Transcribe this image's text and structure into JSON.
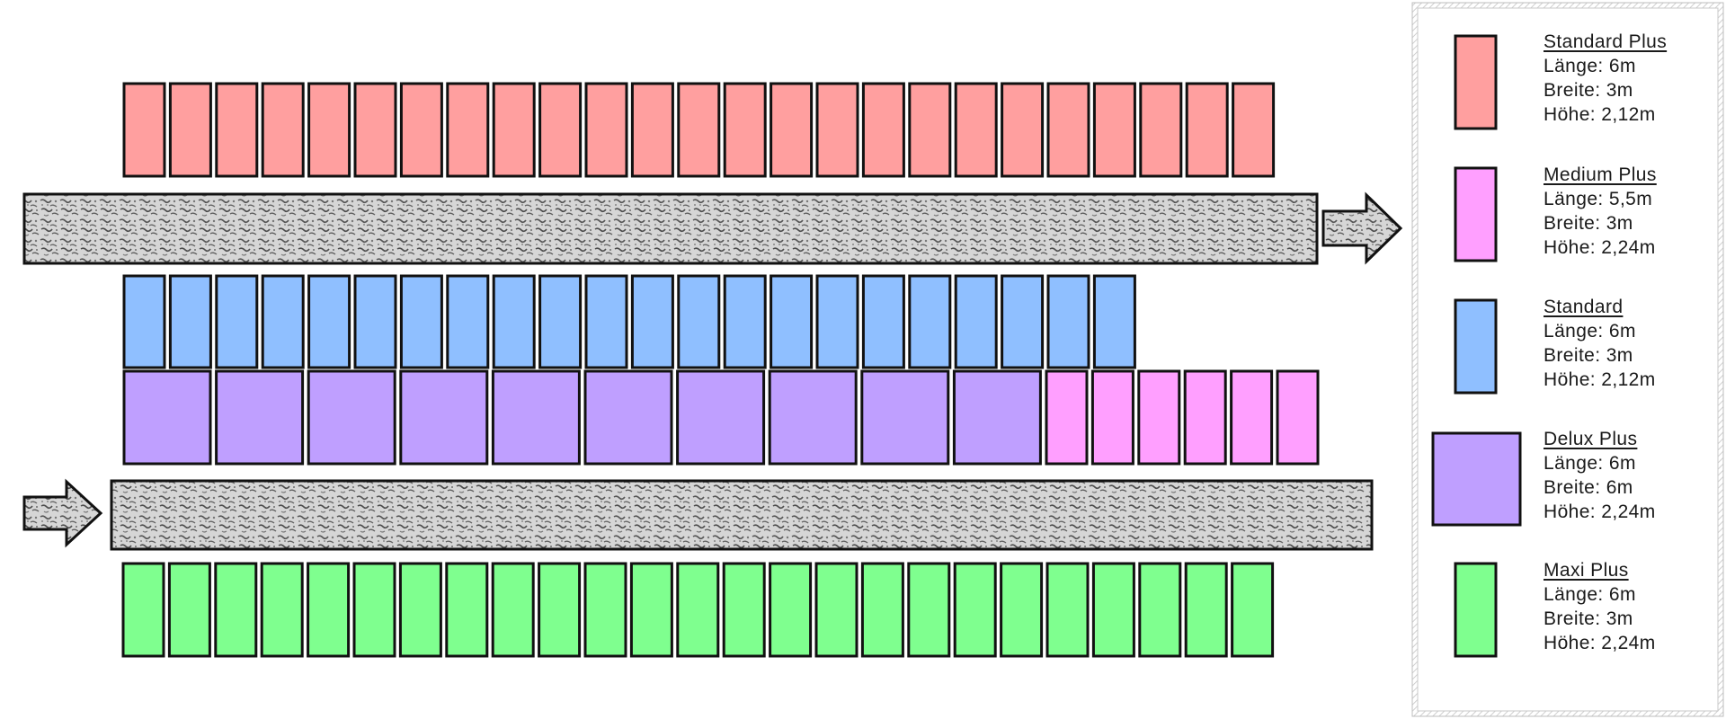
{
  "colors": {
    "standard_plus": "#ff9f9f",
    "medium_plus": "#ff9fff",
    "standard": "#8fbfff",
    "delux_plus": "#bf9fff",
    "maxi_plus": "#7fff8f",
    "outline": "#111111",
    "road_base": "#d4d4d4",
    "road_speckle": "#5a5a5a"
  },
  "layout_rows": {
    "standard_plus_row": {
      "type": "standard_plus",
      "count": 25
    },
    "standard_row": {
      "type": "standard",
      "count": 22
    },
    "delux_plus_row": {
      "type": "delux_plus",
      "count": 10
    },
    "medium_plus_row": {
      "type": "medium_plus",
      "count": 6
    },
    "maxi_plus_row": {
      "type": "maxi_plus",
      "count": 25
    }
  },
  "arrows": [
    {
      "id": "exit-arrow",
      "direction": "right"
    },
    {
      "id": "entry-arrow",
      "direction": "right"
    }
  ],
  "legend": {
    "items": [
      {
        "key": "standard_plus",
        "name": "Standard Plus",
        "length": "Länge: 6m",
        "width": "Breite: 3m",
        "height": "Höhe: 2,12m"
      },
      {
        "key": "medium_plus",
        "name": "Medium Plus",
        "length": "Länge: 5,5m",
        "width": "Breite: 3m",
        "height": "Höhe: 2,24m"
      },
      {
        "key": "standard",
        "name": "Standard",
        "length": "Länge: 6m",
        "width": "Breite: 3m",
        "height": "Höhe: 2,12m"
      },
      {
        "key": "delux_plus",
        "name": "Delux Plus",
        "length": "Länge: 6m",
        "width": "Breite: 6m",
        "height": "Höhe: 2,24m"
      },
      {
        "key": "maxi_plus",
        "name": "Maxi Plus",
        "length": "Länge: 6m",
        "width": "Breite: 3m",
        "height": "Höhe: 2,24m"
      }
    ]
  }
}
